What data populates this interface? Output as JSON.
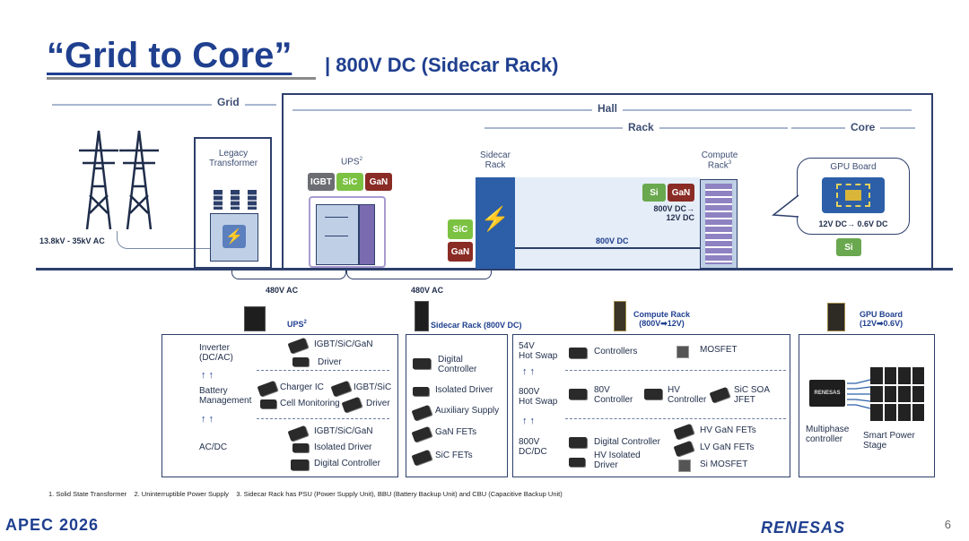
{
  "header": {
    "title": "“Grid to Core”",
    "subtitle": "| 800V DC (Sidecar Rack)"
  },
  "zones": {
    "grid": "Grid",
    "hall": "Hall",
    "rack": "Rack",
    "core": "Core"
  },
  "diagram": {
    "grid_voltage": "13.8kV - 35kV AC",
    "legacy_transformer": "Legacy\nTransformer",
    "ups_label": "UPS",
    "ups_sup": "2",
    "ups_badges": [
      "IGBT",
      "SiC",
      "GaN"
    ],
    "sidecar_label": "Sidecar\nRack",
    "sidecar_badges": [
      "SiC",
      "GaN"
    ],
    "compute_label": "Compute\nRack",
    "compute_sup": "3",
    "compute_badges": [
      "Si",
      "GaN"
    ],
    "compute_conversion": "800V DC→\n12V DC",
    "bus_800": "800V DC",
    "gpu_board": "GPU Board",
    "gpu_conversion": "12V DC→ 0.6V DC",
    "gpu_badge": "Si",
    "ac_480_left": "480V AC",
    "ac_480_right": "480V AC"
  },
  "panels": {
    "ups": {
      "header": "UPS",
      "header_sup": "2",
      "rows": [
        {
          "label": "Inverter\n(DC/AC)",
          "items": [
            "IGBT/SiC/GaN",
            "Driver"
          ]
        },
        {
          "label": "Battery\nManagement",
          "items": [
            "Charger IC",
            "IGBT/SiC",
            "Cell Monitoring",
            "Driver"
          ]
        },
        {
          "label": "AC/DC",
          "items": [
            "IGBT/SiC/GaN",
            "Isolated Driver",
            "Digital  Controller"
          ]
        }
      ]
    },
    "sidecar": {
      "header": "Sidecar Rack (800V DC)",
      "items": [
        "Digital\nController",
        "Isolated Driver",
        "Auxiliary Supply",
        "GaN FETs",
        "SiC FETs"
      ]
    },
    "compute": {
      "header": "Compute Rack\n(800V➡12V)",
      "rows": [
        {
          "label": "54V\nHot Swap",
          "items": [
            "Controllers",
            "MOSFET"
          ]
        },
        {
          "label": "800V\nHot Swap",
          "items": [
            "80V\nController",
            "HV\nController",
            "SiC SOA\nJFET"
          ]
        },
        {
          "label": "800V\nDC/DC",
          "items": [
            "Digital Controller",
            "HV Isolated\nDriver",
            "HV GaN FETs",
            "LV GaN FETs",
            "Si MOSFET"
          ]
        }
      ]
    },
    "gpu": {
      "header": "GPU Board\n(12V➡0.6V)",
      "chip_brand": "RENESAS",
      "items": [
        "Multiphase\ncontroller",
        "Smart Power\nStage"
      ]
    }
  },
  "footnote": "1. Solid State Transformer    2. Uninterruptible Power Supply    3. Sidecar Rack has PSU (Power Supply Unit), BBU (Battery Backup Unit) and CBU (Capacitive Backup Unit)",
  "footer": {
    "event_logo": "APEC 2026",
    "brand_logo": "RENESAS",
    "page_number": "6"
  },
  "colors": {
    "navy": "#1f3f8f",
    "frame": "#2d3f6b",
    "sic": "#7cc242",
    "gan": "#8a2b25",
    "igbt": "#6b6d73",
    "sidecar": "#2c5fa8",
    "ups": "#a99bd0"
  }
}
